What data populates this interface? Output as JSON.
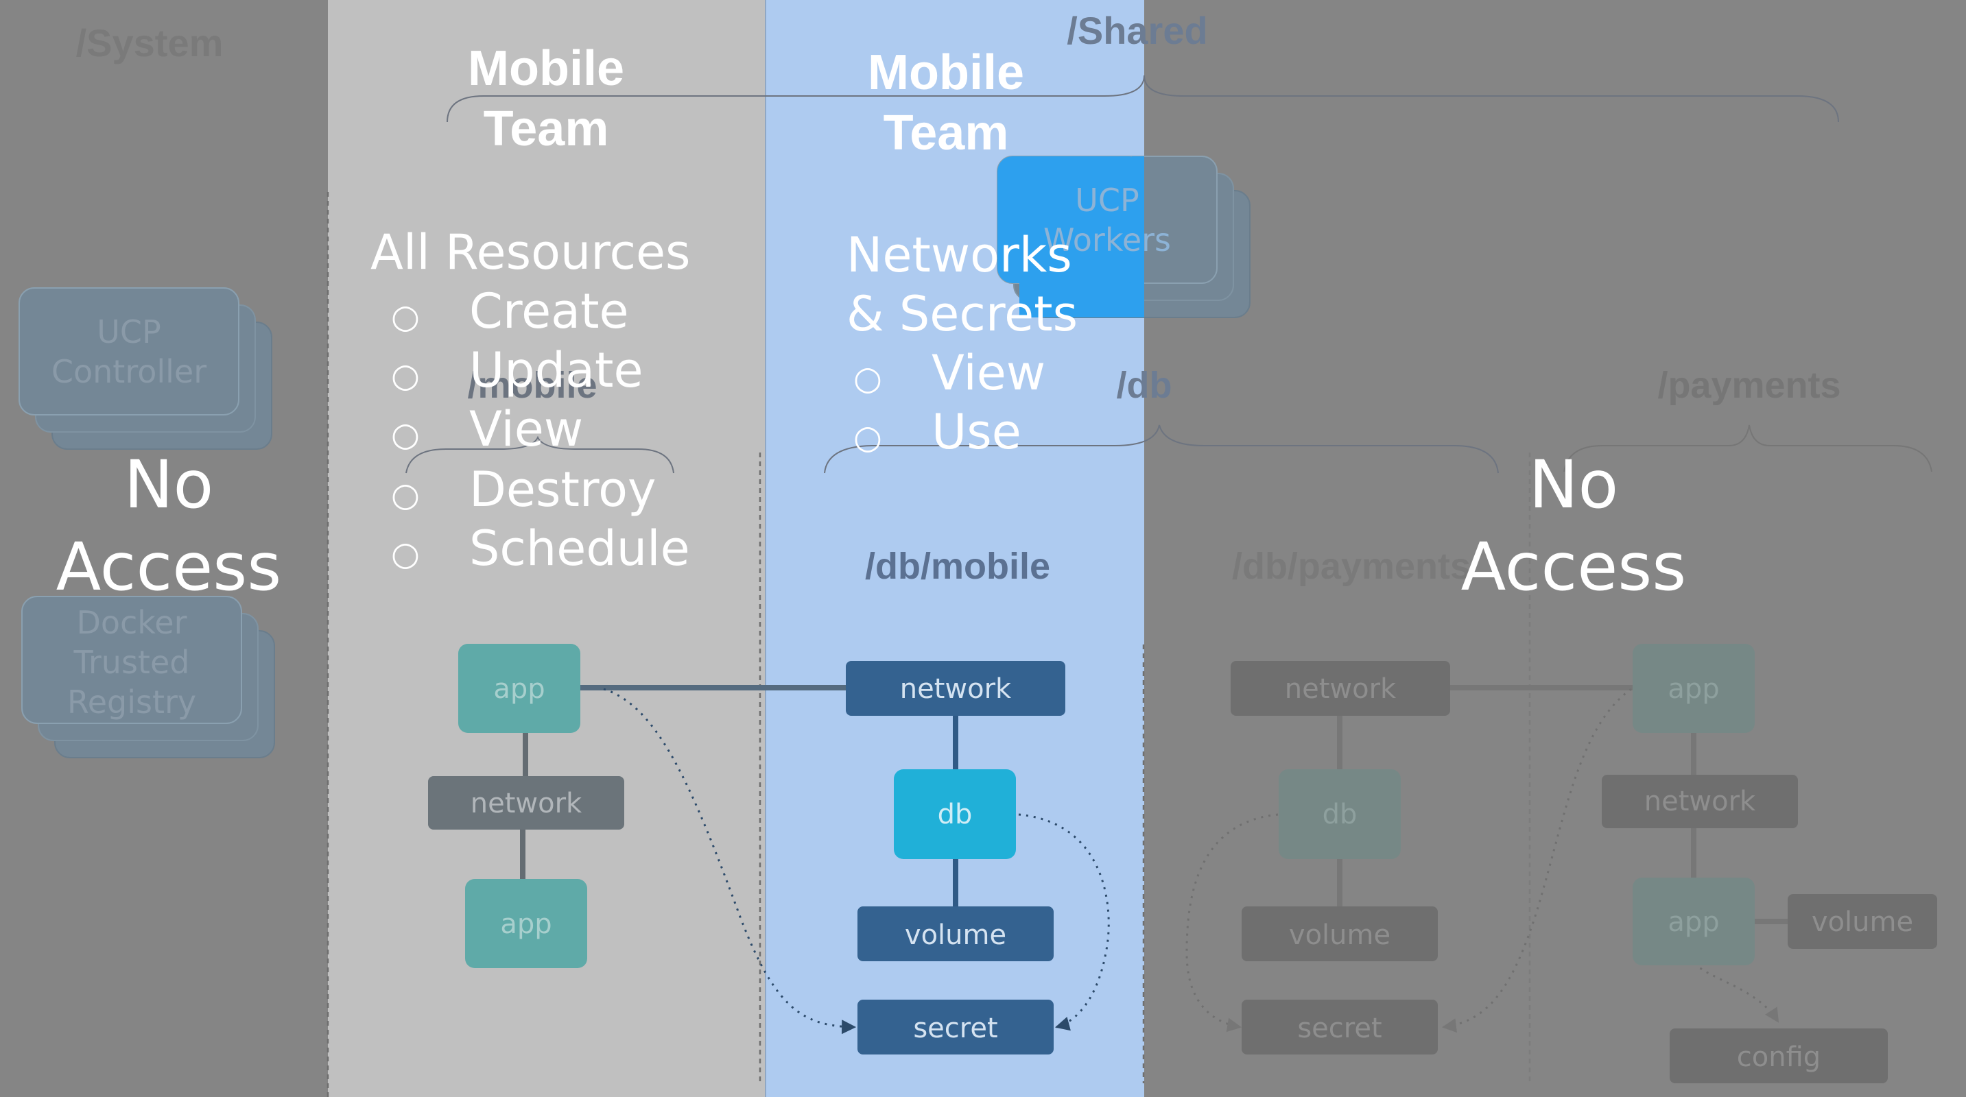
{
  "paths": {
    "system": "/System",
    "shared": "/Shared",
    "mobile": "/mobile",
    "db": "/db",
    "payments": "/payments",
    "db_mobile": "/db/mobile",
    "db_payments": "/db/payments"
  },
  "shared_stacks": {
    "ucp_controller": [
      "UCP",
      "Controller"
    ],
    "dtr": [
      "Docker",
      "Trusted",
      "Registry"
    ],
    "ucp_workers": [
      "UCP",
      "Workers"
    ]
  },
  "left_no_access": [
    "No",
    "Access"
  ],
  "right_no_access": [
    "No",
    "Access"
  ],
  "grant_full": {
    "team": [
      "Mobile",
      "Team"
    ],
    "heading": "All Resources",
    "bullet": "○",
    "items": [
      "Create",
      "Update",
      "View",
      "Destroy",
      "Schedule"
    ]
  },
  "grant_limited": {
    "team": [
      "Mobile",
      "Team"
    ],
    "heading": [
      "Networks",
      "& Secrets"
    ],
    "bullet": "○",
    "items": [
      "View",
      "Use"
    ]
  },
  "nodes": {
    "mobile_app_top": "app",
    "mobile_network": "network",
    "mobile_app_bottom": "app",
    "dbm_network": "network",
    "dbm_db": "db",
    "dbm_volume": "volume",
    "dbm_secret": "secret",
    "dbp_network": "network",
    "dbp_db": "db",
    "dbp_volume": "volume",
    "dbp_secret": "secret",
    "pay_app_top": "app",
    "pay_network": "network",
    "pay_app_bottom": "app",
    "pay_volume": "volume",
    "pay_config": "config"
  },
  "colors": {
    "background": "#858585",
    "light_panel": "#c0c0c0",
    "blue_panel": "#aecbf0",
    "teal": "#5faaa8",
    "slate": "#6b747a",
    "navy": "#346290",
    "cyan": "#20b0d8",
    "white": "#ffffff"
  }
}
